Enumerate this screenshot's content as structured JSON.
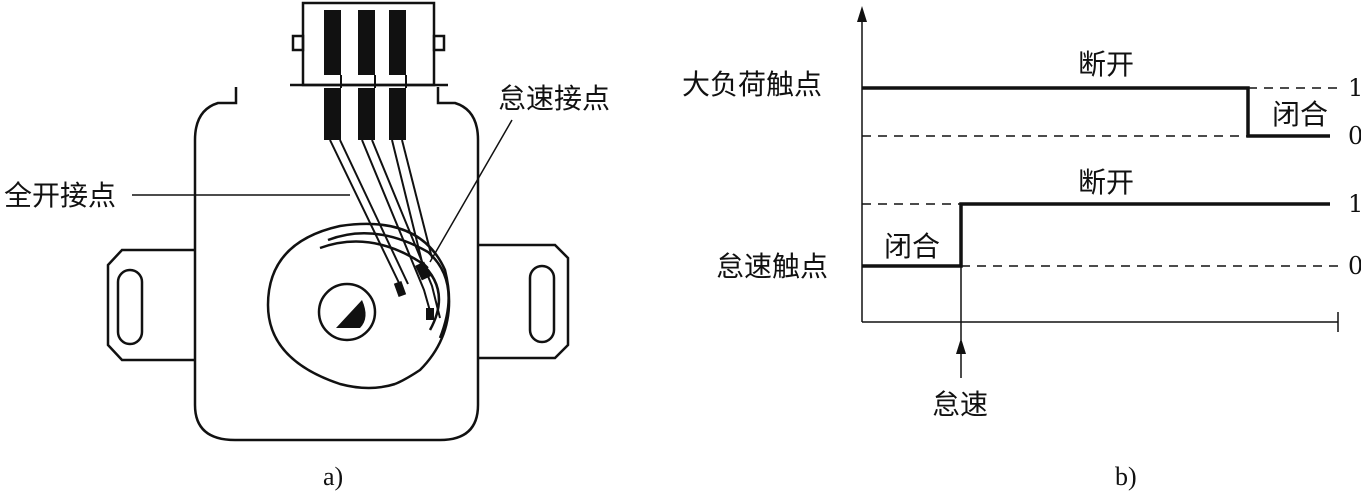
{
  "panel_a": {
    "caption": "a)",
    "label_idle_contact": "怠速接点",
    "label_full_open_contact": "全开接点"
  },
  "panel_b": {
    "caption": "b)",
    "row_heavy_load": "大负荷触点",
    "row_idle": "怠速触点",
    "heavy_state_open": "断开",
    "heavy_state_closed": "闭合",
    "idle_state_closed": "闭合",
    "idle_state_open": "断开",
    "level_high_1": "1",
    "level_low_1": "0",
    "level_high_2": "1",
    "level_low_2": "0",
    "x_marker": "怠速"
  }
}
